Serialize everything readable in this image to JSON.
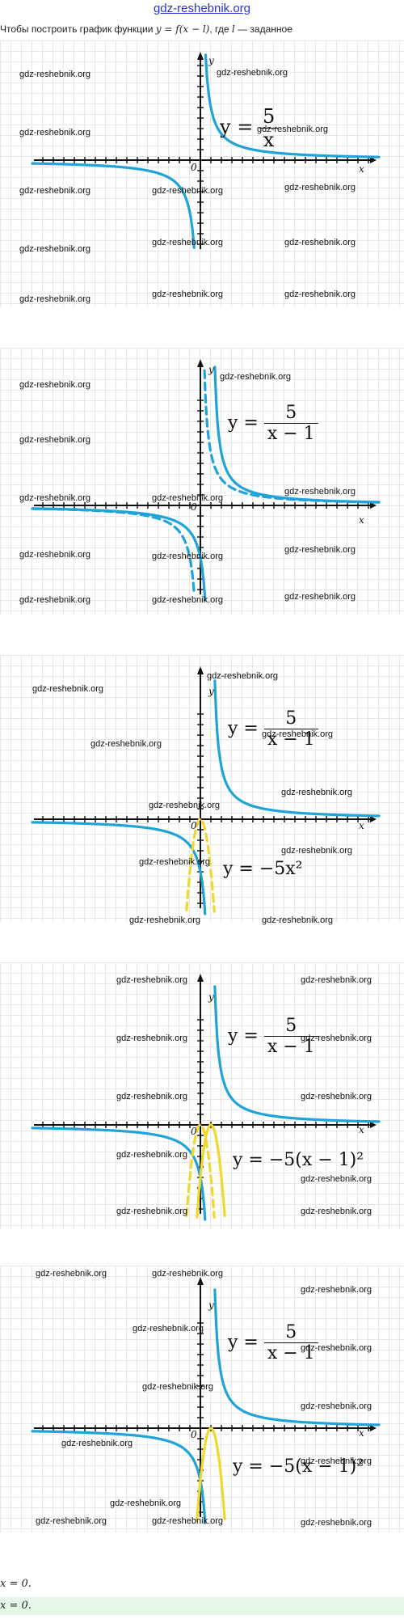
{
  "header": {
    "site_link": "gdz-reshebnik.org",
    "intro_text_prefix": "Чтобы построить график функции",
    "intro_formula": "y = f(x − l)",
    "intro_text_suffix": ", где",
    "intro_var": "l",
    "intro_text_end": "— заданное"
  },
  "axes": {
    "x_label": "x",
    "y_label": "y",
    "origin_label": "0"
  },
  "formulas": {
    "hyperbola_basic_num": "5",
    "hyperbola_basic_den": "x",
    "hyperbola_shift_num": "5",
    "hyperbola_shift_den": "x − 1",
    "parabola_basic": "y = −5x²",
    "parabola_shift": "y = −5(x − 1)²",
    "y_eq": "y ="
  },
  "watermark": "gdz-reshebnik.org",
  "footer": {
    "line1": "x = 0.",
    "line2": "x = 0."
  },
  "colors": {
    "curve_blue": "#1fa3d8",
    "curve_yellow": "#f2d82c",
    "grid": "#e7e7e7",
    "axis": "#111111",
    "link": "#2a33d4",
    "highlight": "#e6f7ea"
  },
  "chart_data": [
    {
      "type": "line",
      "series": [
        {
          "function": "y = 5/x",
          "style": "solid",
          "color": "#1fa3d8"
        }
      ]
    },
    {
      "type": "line",
      "series": [
        {
          "function": "y = 5/x",
          "style": "dashed",
          "color": "#1fa3d8"
        },
        {
          "function": "y = 5/(x-1)",
          "style": "solid",
          "color": "#1fa3d8"
        }
      ]
    },
    {
      "type": "line",
      "series": [
        {
          "function": "y = 5/(x-1)",
          "style": "solid",
          "color": "#1fa3d8"
        },
        {
          "function": "y = -5x^2",
          "style": "dashed",
          "color": "#f2d82c"
        }
      ]
    },
    {
      "type": "line",
      "series": [
        {
          "function": "y = 5/(x-1)",
          "style": "solid",
          "color": "#1fa3d8"
        },
        {
          "function": "y = -5x^2",
          "style": "dashed",
          "color": "#f2d82c"
        },
        {
          "function": "y = -5(x-1)^2",
          "style": "solid",
          "color": "#f2d82c"
        }
      ]
    },
    {
      "type": "line",
      "series": [
        {
          "function": "y = 5/(x-1)",
          "style": "solid",
          "color": "#1fa3d8"
        },
        {
          "function": "y = -5(x-1)^2",
          "style": "solid",
          "color": "#f2d82c"
        }
      ]
    }
  ]
}
